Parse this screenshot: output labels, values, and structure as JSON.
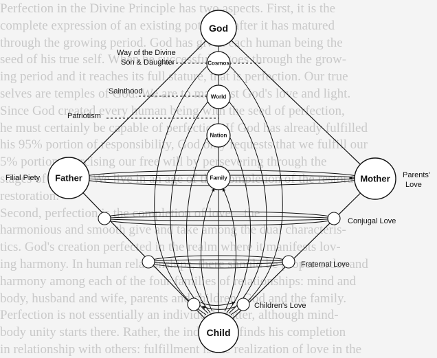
{
  "background_text": [
    "Perfection in the Divine Principle has two aspects. First, it is the",
    "complete expression of an existing potential after it has matured",
    "through the growing period. God has given each human being the",
    "seed of his true self. When he successfully goes through the grow-",
    "ing period and it reaches its full stature, that is perfection. Our true",
    "selves are temples of God. We are to manifest God's love and light.",
    "Since God created every human being with the seed of perfection,",
    "he must certainly be capable of perfection. If God has already fulfilled",
    "his 95% portion of responsibility, God only requests that we fulfill our",
    "5% portion exercising our free will by persevering through the",
    "stages of growth. We live in an age of the Completion of the restoration",
    "restoration.",
    "Second, perfection is the completion of love—the",
    "harmonious and smooth give and take among the dual characteris-",
    "tics. God's creation perfected in the realm where it manifests lov-",
    "ing harmony. In human relationships, there should be proper order and",
    "harmony among each of the four families of relationships: mind and",
    "body, husband and wife, parents and children. God and the family.",
    "Perfection is not essentially an individual matter, although mind-",
    "body unity starts there. Rather, the individual finds his completion",
    "in relationship with others: fulfillment is the realization of love in the"
  ],
  "nodes": {
    "god": "God",
    "cosmos": "Cosmos",
    "world": "World",
    "nation": "Nation",
    "family": "Family",
    "father": "Father",
    "mother": "Mother",
    "child": "Child"
  },
  "labels": {
    "way_line1": "Way of the Divine",
    "way_line2": "Son & Daughter",
    "sainthood": "Sainthood",
    "patriotism": "Patriotism",
    "filial_piety": "Filial Piety",
    "parents_love_line1": "Parents'",
    "parents_love_line2": "Love",
    "conjugal_love": "Conjugal Love",
    "fraternal_love": "Fraternal Love",
    "childrens_love": "Children's Love"
  }
}
